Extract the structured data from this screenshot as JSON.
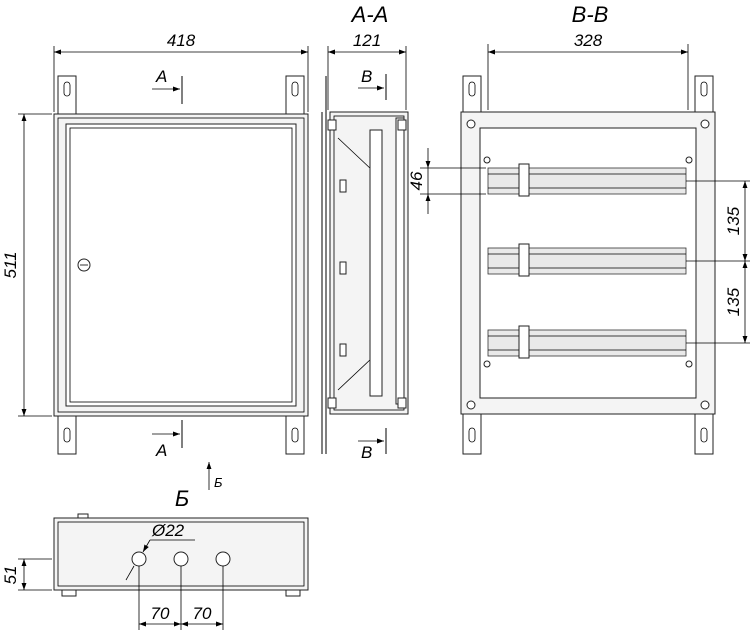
{
  "views": {
    "front": {
      "width_label": "418",
      "height_label": "511",
      "section_mark_top": "A",
      "section_mark_bottom": "A",
      "view_arrow_label": "Б"
    },
    "section_aa": {
      "title": "A-A",
      "depth_label": "121",
      "section_mark_top": "B",
      "section_mark_bottom": "B"
    },
    "section_bb": {
      "title": "B-B",
      "width_label": "328",
      "rail_height_label": "46",
      "rail_pitch_1_label": "135",
      "rail_pitch_2_label": "135"
    },
    "bottom_view": {
      "title": "Б",
      "hole_diameter_label": "Ø22",
      "height_label": "51",
      "hole_pitch_1_label": "70",
      "hole_pitch_2_label": "70"
    }
  }
}
